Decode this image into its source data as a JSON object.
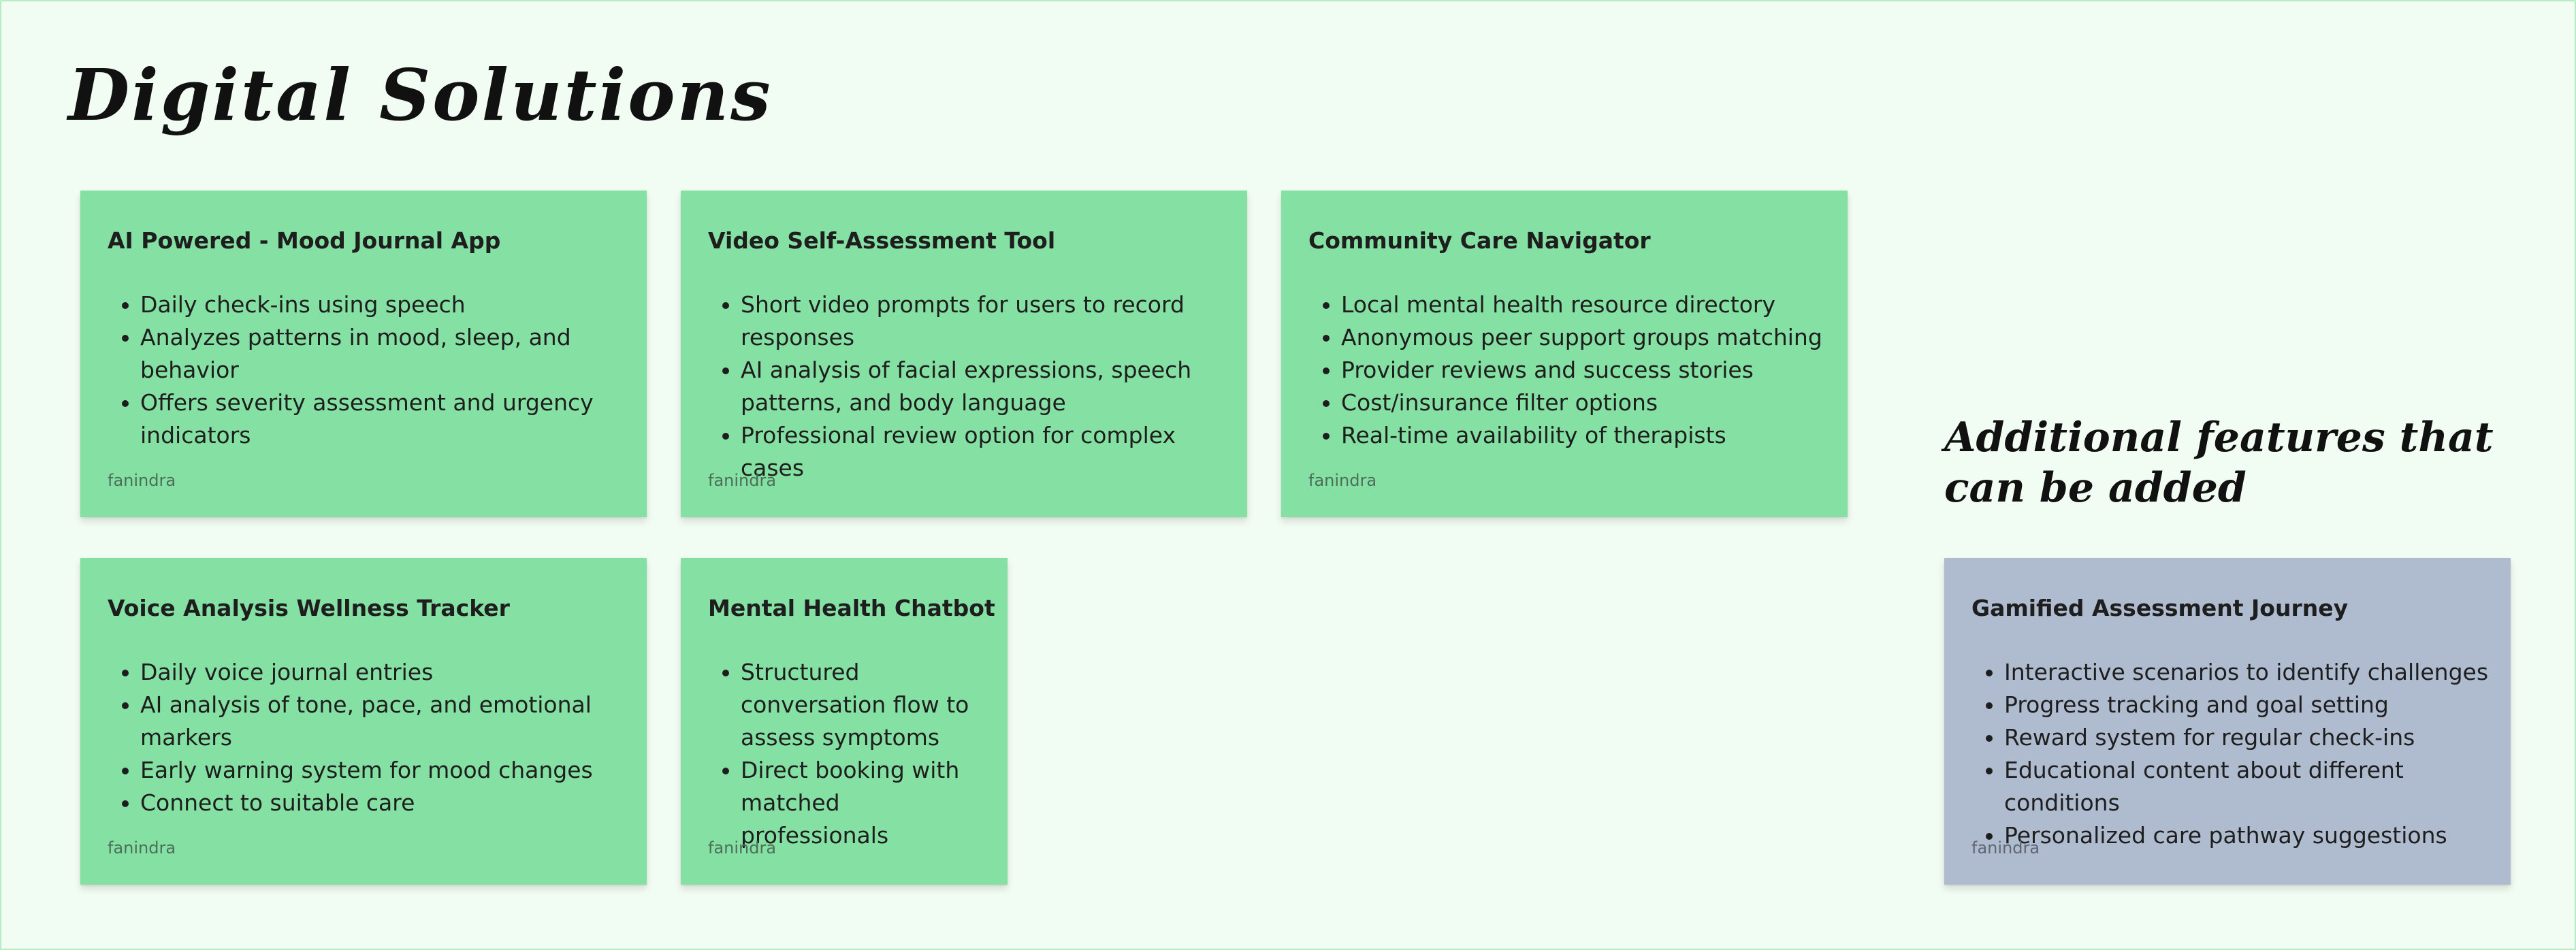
{
  "board": {
    "title": "Digital Solutions",
    "side_heading": "Additional features that can be added"
  },
  "colors": {
    "background": "#f1fcf2",
    "sticky_green": "#85e0a3",
    "sticky_lilac": "#afbccf"
  },
  "cards": [
    {
      "title": "AI Powered - Mood Journal App",
      "items": [
        "Daily check-ins using speech",
        "Analyzes patterns in mood, sleep, and behavior",
        "Offers severity assessment and urgency indicators"
      ],
      "author": "fanindra"
    },
    {
      "title": "Video Self-Assessment Tool",
      "items": [
        "Short video prompts for users to record responses",
        "AI analysis of facial expressions, speech patterns, and body language",
        "Professional review option for complex cases"
      ],
      "author": "fanindra"
    },
    {
      "title": "Community Care Navigator",
      "items": [
        "Local mental health resource directory",
        "Anonymous peer support groups matching",
        "Provider reviews and success stories",
        "Cost/insurance filter options",
        "Real-time availability of therapists"
      ],
      "author": "fanindra"
    },
    {
      "title": "Voice Analysis Wellness Tracker",
      "items": [
        "Daily voice journal entries",
        "AI analysis of tone, pace, and emotional markers",
        "Early warning system for mood changes",
        "Connect to suitable care"
      ],
      "author": "fanindra"
    },
    {
      "title": "Mental Health Chatbot",
      "items": [
        "Structured conversation flow to assess symptoms",
        "Direct booking with matched professionals"
      ],
      "author": "fanindra"
    },
    {
      "title": "Gamified Assessment Journey",
      "items": [
        "Interactive scenarios to identify challenges",
        "Progress tracking and goal setting",
        "Reward system for regular check-ins",
        "Educational content about different conditions",
        "Personalized care pathway suggestions"
      ],
      "author": "fanindra"
    }
  ]
}
